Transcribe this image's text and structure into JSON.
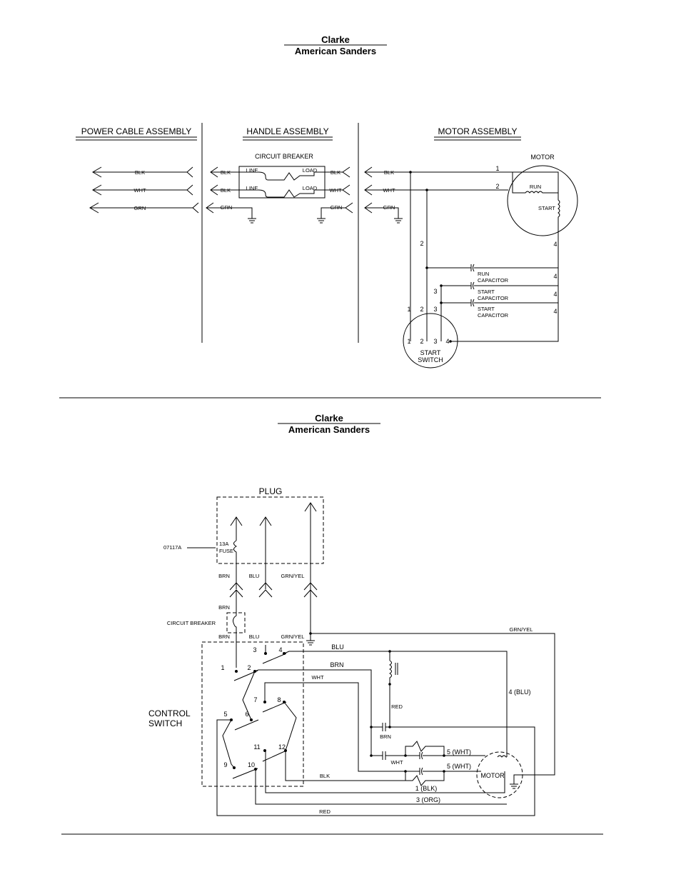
{
  "brand": {
    "top": "Clarke",
    "bottom": "American Sanders"
  },
  "upper": {
    "sections": [
      "POWER CABLE ASSEMBLY",
      "HANDLE ASSEMBLY",
      "MOTOR ASSEMBLY"
    ],
    "circuit_breaker": "CIRCUIT BREAKER",
    "line": "LINE",
    "load": "LOAD",
    "blk": "BLK",
    "wht": "WHT",
    "grn": "GRN",
    "motor": "MOTOR",
    "run": "RUN",
    "start": "START",
    "run_capacitor": [
      "RUN",
      "CAPACITOR"
    ],
    "start_capacitor": [
      "START",
      "CAPACITOR"
    ],
    "start_switch": [
      "START",
      "SWITCH"
    ],
    "nums": [
      "1",
      "2",
      "3",
      "4"
    ]
  },
  "lower": {
    "plug": "PLUG",
    "part_no": "07117A",
    "fuse": [
      "13A",
      "FUSE"
    ],
    "brn": "BRN",
    "blu": "BLU",
    "grn_yel": "GRN/YEL",
    "circuit_breaker": "CIRCUIT BREAKER",
    "control_switch": [
      "CONTROL",
      "SWITCH"
    ],
    "wht": "WHT",
    "red": "RED",
    "blk": "BLK",
    "blu_4": "4 (BLU)",
    "wht_5": "5 (WHT)",
    "blk_1": "1 (BLK)",
    "org_3": "3 (ORG)",
    "motor": "MOTOR",
    "terminals": [
      "1",
      "2",
      "3",
      "4",
      "5",
      "6",
      "7",
      "8",
      "9",
      "10",
      "11",
      "12"
    ]
  }
}
